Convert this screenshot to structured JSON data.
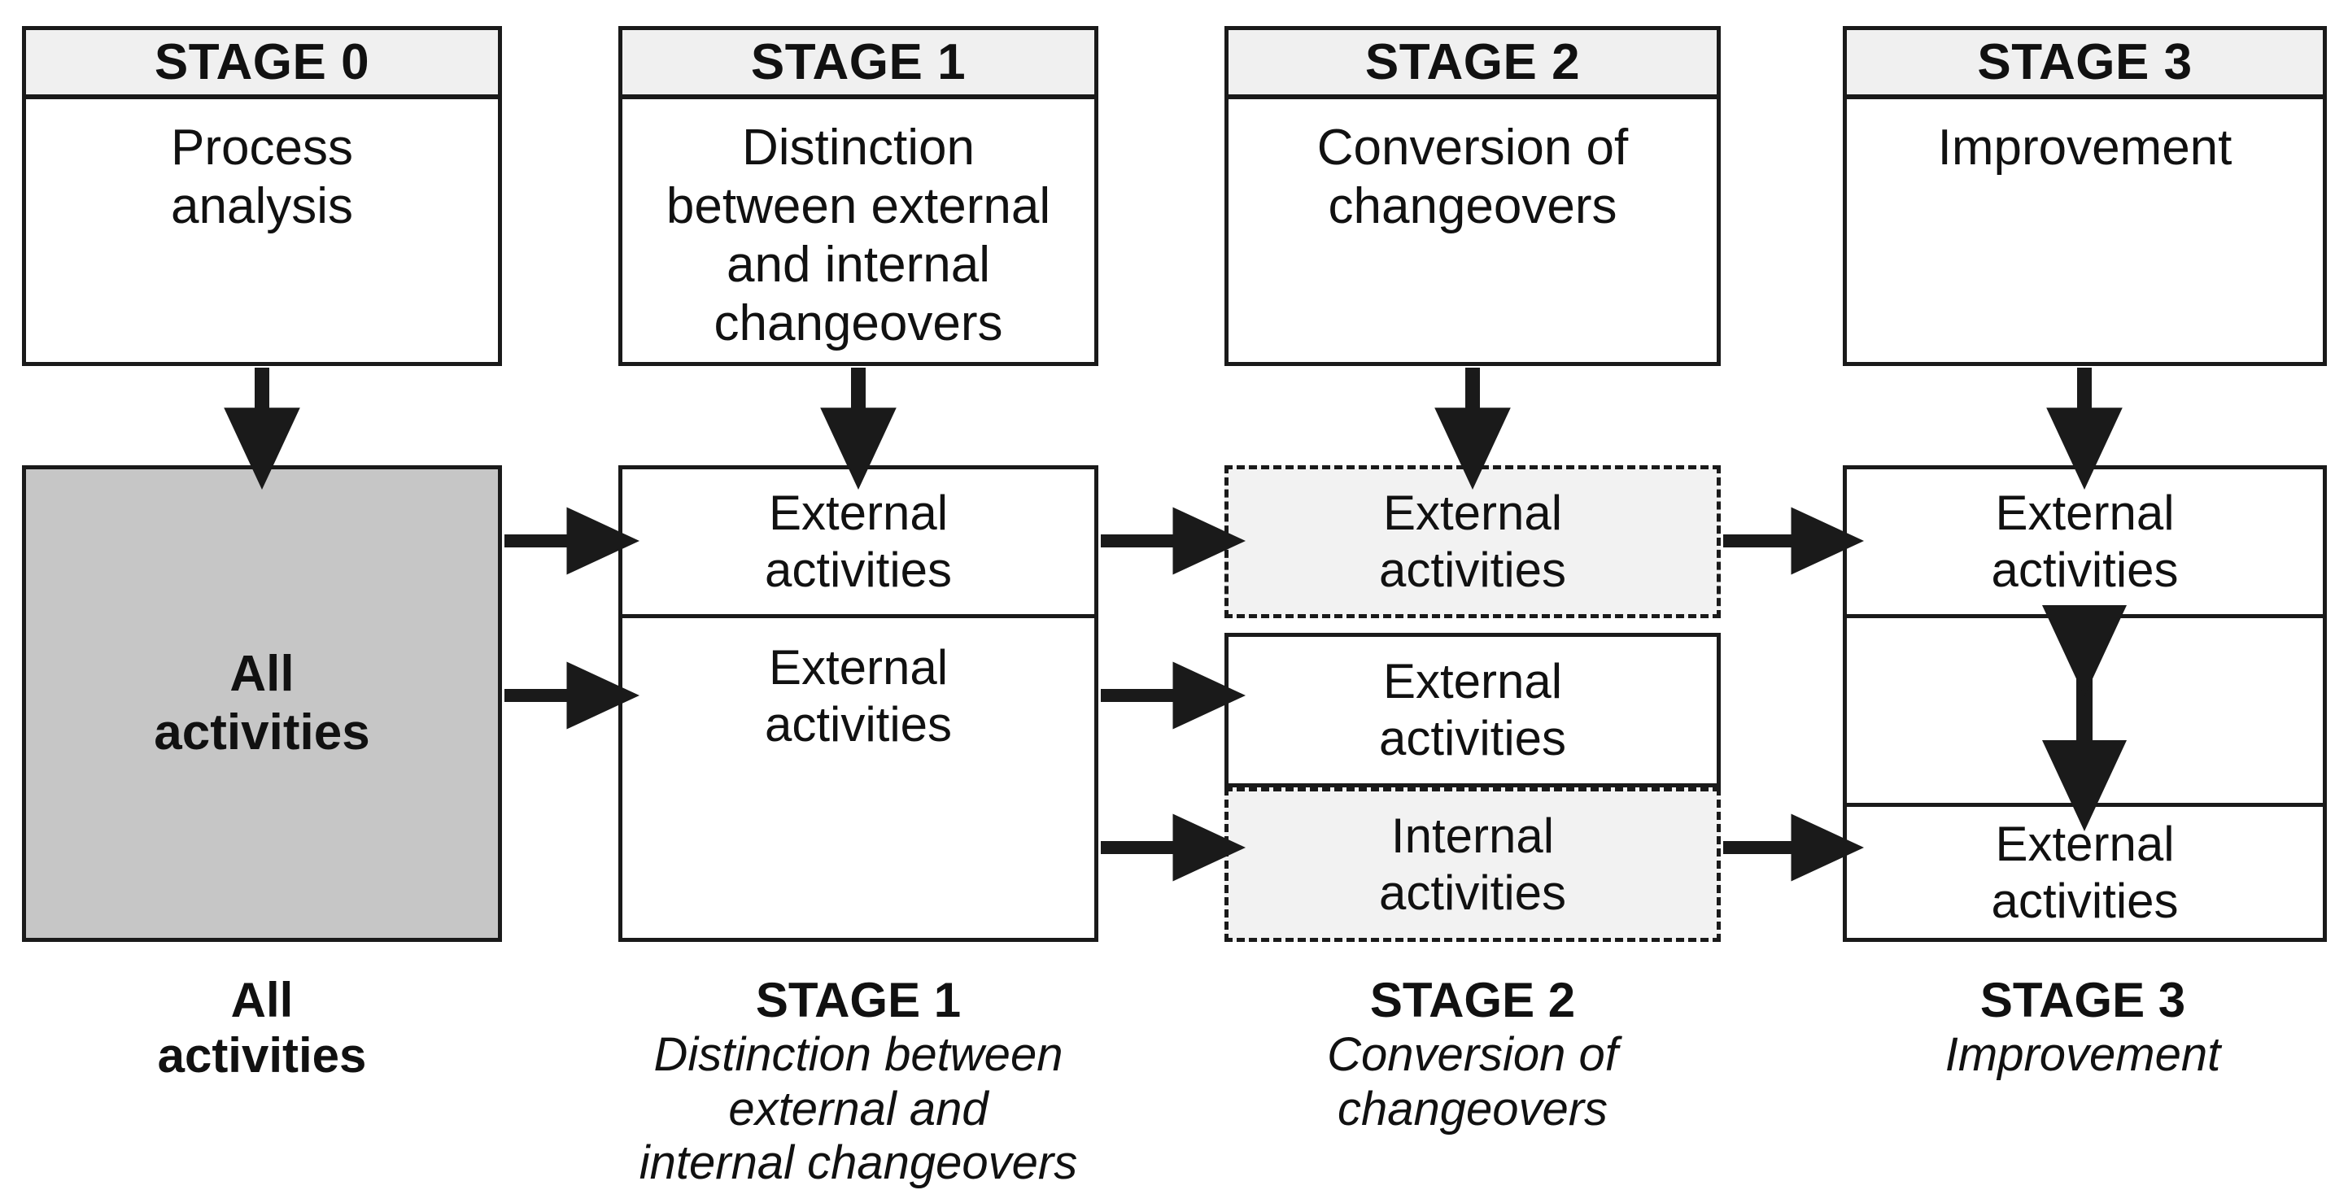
{
  "diagram": {
    "title": "SMED stage progression",
    "colors": {
      "line": "#1a1a1a",
      "header_fill": "#f0f0f0",
      "gray_fill": "#c6c6c6",
      "dashed_fill": "#f2f2f2",
      "page_bg": "#ffffff"
    }
  },
  "columns": [
    {
      "id": "stage0",
      "header": "STAGE 0",
      "top_body": "Process\nanalysis",
      "blocks": [
        {
          "label": "All\nactivities",
          "style": "gray-solid",
          "bold": true
        }
      ],
      "caption_title": "All\nactivities",
      "caption_sub": ""
    },
    {
      "id": "stage1",
      "header": "STAGE 1",
      "top_body": "Distinction\nbetween external\nand internal\nchangeovers",
      "blocks": [
        {
          "label": "External\nactivities",
          "style": "solid",
          "bold": false
        },
        {
          "label": "External\nactivities",
          "style": "solid",
          "bold": false
        }
      ],
      "caption_title": "STAGE 1",
      "caption_sub": "Distinction between\nexternal and\ninternal changeovers"
    },
    {
      "id": "stage2",
      "header": "STAGE 2",
      "top_body": "Conversion of\nchangeovers",
      "blocks": [
        {
          "label": "External\nactivities",
          "style": "dashed",
          "bold": false
        },
        {
          "label": "External\nactivities",
          "style": "solid",
          "bold": false
        },
        {
          "label": "Internal\nactivities",
          "style": "dashed",
          "bold": false
        }
      ],
      "caption_title": "STAGE 2",
      "caption_sub": "Conversion of\nchangeovers"
    },
    {
      "id": "stage3",
      "header": "STAGE 3",
      "top_body": "Improvement",
      "blocks": [
        {
          "label": "External\nactivities",
          "style": "solid",
          "bold": false
        },
        {
          "label": "",
          "style": "solid-spacer",
          "bold": false
        },
        {
          "label": "External\nactivities",
          "style": "solid",
          "bold": false
        }
      ],
      "caption_title": "STAGE 3",
      "caption_sub": "Improvement"
    }
  ],
  "connectors": {
    "down_arrows": 4,
    "right_arrows": 7,
    "double_arrow_note": "vertical double-headed arrow inside STAGE 3 middle band"
  }
}
